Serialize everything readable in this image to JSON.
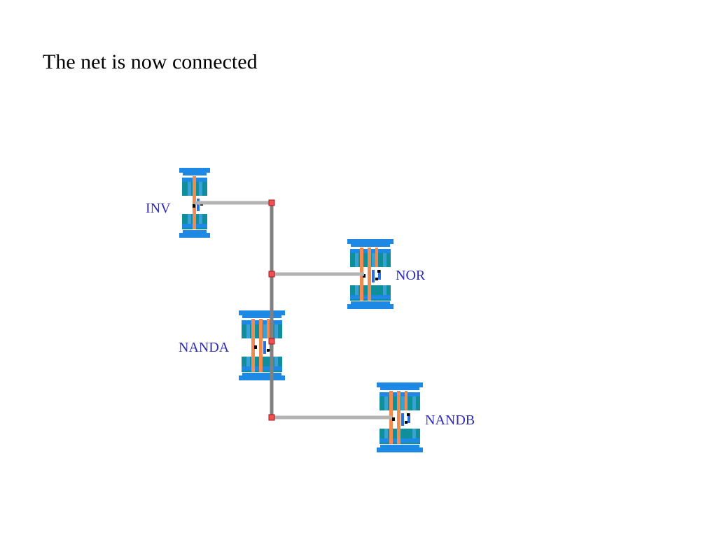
{
  "slide": {
    "title": "The net is now connected"
  },
  "cells": [
    {
      "id": "inv",
      "label": "INV"
    },
    {
      "id": "nor",
      "label": "NOR"
    },
    {
      "id": "nanda",
      "label": "NANDA"
    },
    {
      "id": "nandb",
      "label": "NANDB"
    }
  ],
  "colors": {
    "rail": "#1e88e5",
    "well": "#0f8f9a",
    "poly": "#f28b50",
    "metal": "#2a6fe0",
    "wire": "#b3b3b3",
    "trunk": "#808080",
    "node_fill": "#f05050",
    "node_stroke": "#a01818",
    "label": "#2b2bb8"
  }
}
